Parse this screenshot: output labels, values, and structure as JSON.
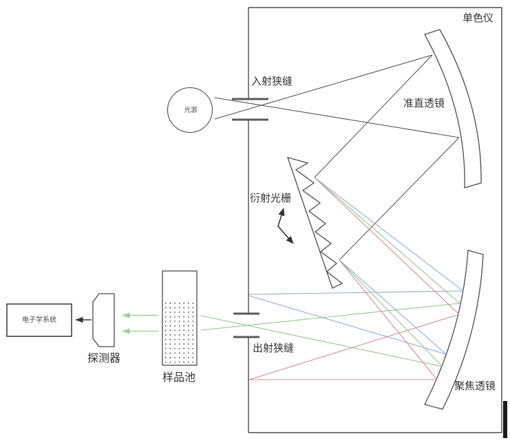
{
  "diagram": {
    "type": "optical-schematic",
    "title": "单色仪",
    "components": {
      "light_source": "光源",
      "entrance_slit": "入射狭缝",
      "collimating_lens": "准直透镜",
      "diffraction_grating": "衍射光栅",
      "focusing_lens": "聚焦透镜",
      "exit_slit": "出射狭缝",
      "sample_cell": "样品池",
      "detector": "探测器",
      "electronics": "电子学系统"
    },
    "colors": {
      "outline": "#4a4a4a",
      "text": "#333333",
      "slit_bar": "#595959",
      "ray_blue": "#8ea9d8",
      "ray_green": "#94c38c",
      "ray_red": "#d18c88",
      "beam_arrow_green": "#9fd19a"
    }
  }
}
